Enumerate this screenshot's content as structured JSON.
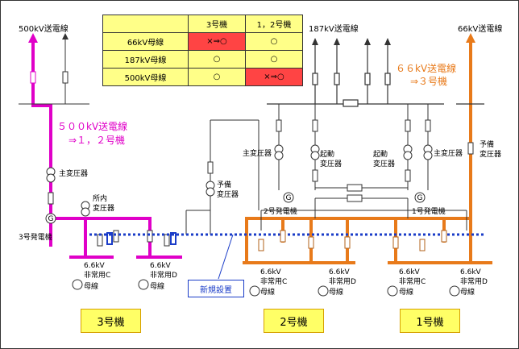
{
  "table": {
    "headers": [
      "",
      "3号機",
      "1，2号機"
    ],
    "rows": [
      {
        "label": "66kV母線",
        "col1": "×⇒○",
        "col2": "○",
        "red": [
          true,
          false
        ]
      },
      {
        "label": "187kV母線",
        "col1": "○",
        "col2": "○",
        "red": [
          false,
          false
        ]
      },
      {
        "label": "500kV母線",
        "col1": "○",
        "col2": "×⇒○",
        "red": [
          false,
          true
        ]
      }
    ]
  },
  "lines": {
    "l500": "500kV送電線",
    "l187": "187kV送電線",
    "l66": "66kV送電線"
  },
  "notes": {
    "pink_1": "５００kV送電線",
    "pink_2": "⇒１，２号機",
    "orange_1": "６６kV送電線",
    "orange_2": "⇒３号機"
  },
  "labels": {
    "main_tr_left": "主変圧器",
    "house_tr_1": "所内",
    "house_tr_2": "変圧器",
    "spare_tr_1": "予備",
    "spare_tr_2": "変圧器",
    "main_tr_mid": "主変圧器",
    "start_tr_1a": "起動",
    "start_tr_1b": "変圧器",
    "start_tr_2a": "起動",
    "start_tr_2b": "変圧器",
    "main_tr_right": "主変圧器",
    "spare_tr_r1": "予備",
    "spare_tr_r2": "変圧器",
    "gen3": "3号発電機",
    "gen2": "2号発電機",
    "gen1": "1号発電機"
  },
  "buses": [
    {
      "v": "6.6kV",
      "name": "非常用C",
      "bus": "母線"
    },
    {
      "v": "6.6kV",
      "name": "非常用D",
      "bus": "母線"
    },
    {
      "v": "6.6kV",
      "name": "非常用C",
      "bus": "母線"
    },
    {
      "v": "6.6kV",
      "name": "非常用D",
      "bus": "母線"
    },
    {
      "v": "6.6kV",
      "name": "非常用C",
      "bus": "母線"
    },
    {
      "v": "6.6kV",
      "name": "非常用D",
      "bus": "母線"
    }
  ],
  "new_install": "新規設置",
  "units": [
    "3号機",
    "2号機",
    "1号機"
  ],
  "colors": {
    "pink": "#e000c8",
    "orange": "#e87a1a",
    "blue": "#1a3cc8",
    "yellow": "#ffff66",
    "red": "#ff4444"
  }
}
